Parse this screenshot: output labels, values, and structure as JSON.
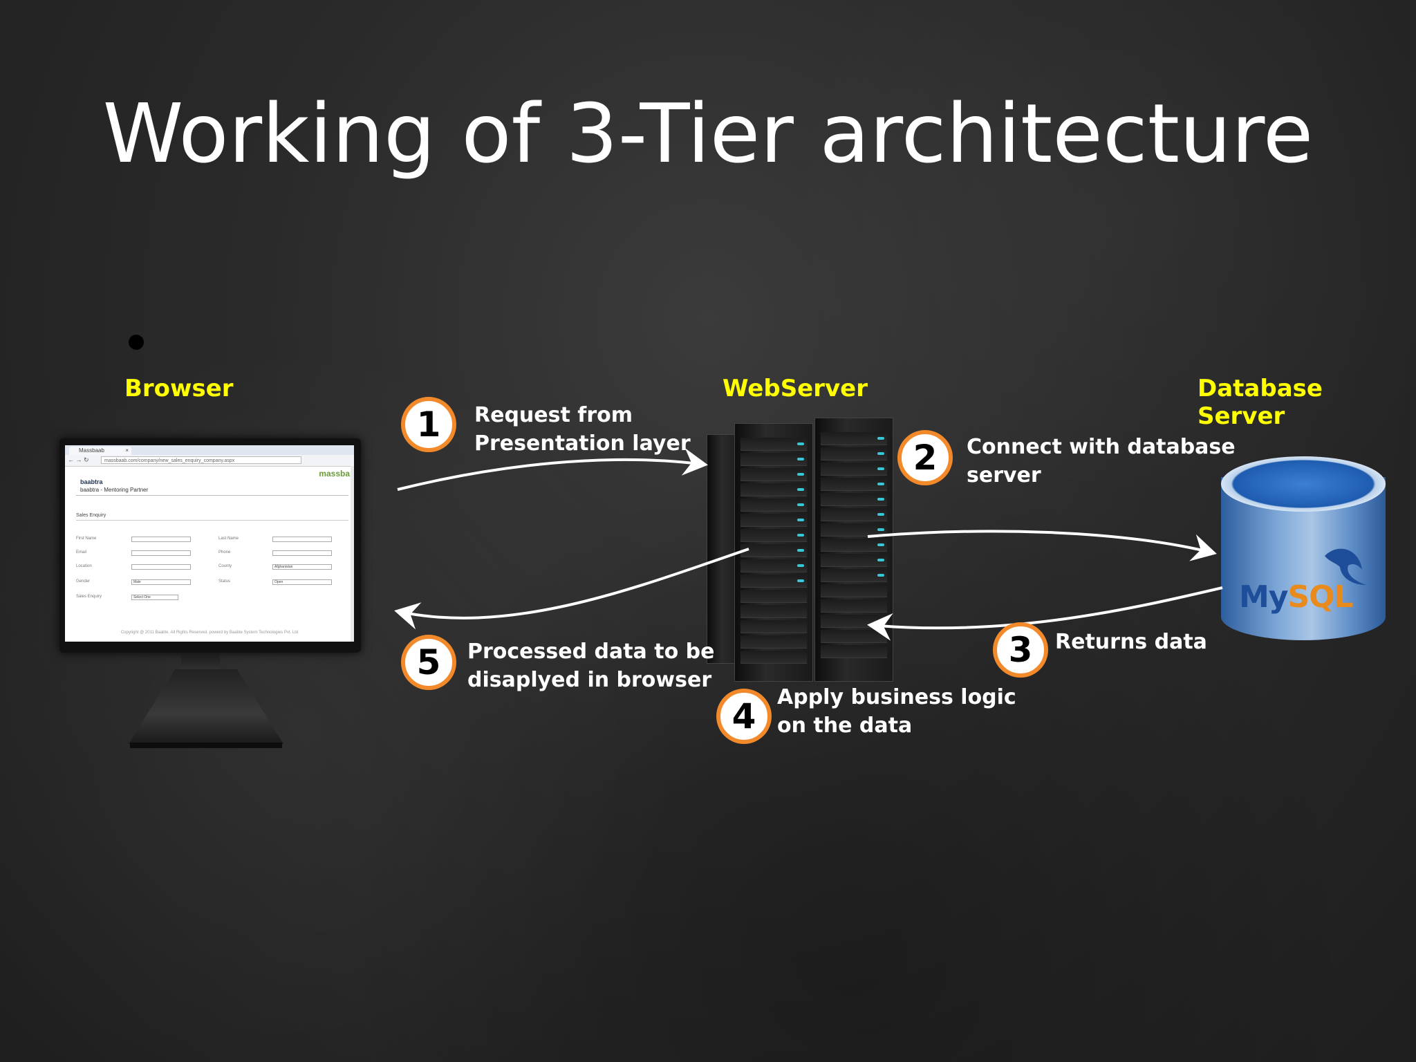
{
  "slide": {
    "title": "Working of 3-Tier architecture"
  },
  "tiers": {
    "browser": "Browser",
    "webserver": "WebServer",
    "database": "Database Server"
  },
  "steps": [
    {
      "number": "1",
      "text_line1": "Request from",
      "text_line2": "Presentation layer"
    },
    {
      "number": "2",
      "text_line1": "Connect with database",
      "text_line2": "server"
    },
    {
      "number": "3",
      "text_line1": "Returns data",
      "text_line2": ""
    },
    {
      "number": "4",
      "text_line1": "Apply business logic",
      "text_line2": "on the data"
    },
    {
      "number": "5",
      "text_line1": "Processed data to be",
      "text_line2": "disaplyed in browser"
    }
  ],
  "browser_window": {
    "tab_label": "Massbaab",
    "url": "massbaab.com/company/new_sales_enquiry_company.aspx",
    "brand_logo": "massba",
    "site_logo": "baabtra",
    "site_tagline": "baabtra - Mentoring Partner",
    "section_title": "Sales Enquiry",
    "fields": {
      "first_name": "First Name",
      "last_name": "Last Name",
      "email": "Email",
      "phone": "Phone",
      "location": "Location",
      "country": "County",
      "country_value": "Afghanistan",
      "gender": "Gender",
      "gender_value": "Male",
      "status": "Status",
      "status_value": "Open",
      "sales_enquiry": "Sales Enquiry",
      "sales_enquiry_value": "Select One"
    },
    "copyright": "Copyright @ 2011 Baabte. All Rights Reserved. powerd by Baabte System Technologies Pvt. Ltd"
  },
  "database_logo": {
    "my": "My",
    "sql": "SQL"
  },
  "colors": {
    "tier_label": "#ffff00",
    "badge_border": "#f28a2c",
    "background": "#2a2a2a",
    "text": "#ffffff"
  }
}
